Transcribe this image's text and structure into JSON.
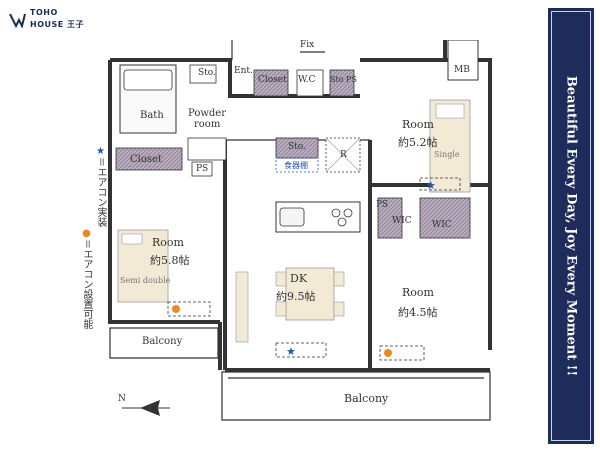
{
  "brand": {
    "line1": "TOHO",
    "line2": "HOUSE 王子",
    "color": "#1e2d57"
  },
  "banner": {
    "text": "Beautiful  Every Day, Joy Every Moment !!",
    "background": "#1d2c5a"
  },
  "legend": {
    "star_symbol": "★",
    "installed_label": "＝エアコン実装",
    "dot_symbol": "●",
    "installable_label": "＝エアコン設置可能",
    "star_color": "#2455b4",
    "dot_color": "#ea8a1c"
  },
  "rooms": {
    "bath": "Bath",
    "powder_room_1": "Powder",
    "powder_room_2": "room",
    "closet_left": "Closet",
    "ps_left": "PS",
    "room_left_name": "Room",
    "room_left_size": "約5.8帖",
    "semi_double": "Semi double",
    "balcony_left": "Balcony",
    "sto_top": "Sto.",
    "ent": "Ent.",
    "closet_top": "Closet",
    "wc": "W.C",
    "sto_ps": "Sto PS",
    "fix": "Fix",
    "mb": "MB",
    "room_tr_name": "Room",
    "room_tr_size": "約5.2帖",
    "single": "Single",
    "sto_kitchen": "Sto.",
    "food_shelf": "食器棚",
    "r": "R",
    "ps_right": "PS",
    "wic1": "WIC",
    "wic2": "WIC",
    "dk_name": "DK",
    "dk_size": "約9.5帖",
    "room_br_name": "Room",
    "room_br_size": "約4.5帖",
    "balcony_bottom": "Balcony",
    "north": "N"
  }
}
